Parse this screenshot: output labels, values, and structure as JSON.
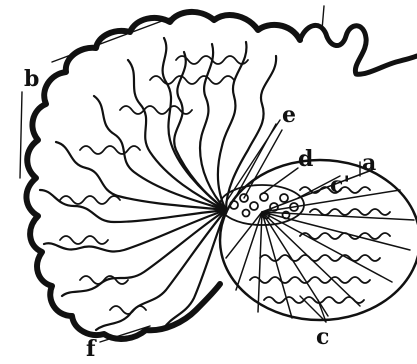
{
  "figure": {
    "ink_color": "#111111",
    "background_color": "#ffffff",
    "labels": {
      "a": "a",
      "b": "b",
      "c_prime": "c'",
      "c": "c",
      "d": "d",
      "e": "e",
      "f": "f"
    }
  }
}
